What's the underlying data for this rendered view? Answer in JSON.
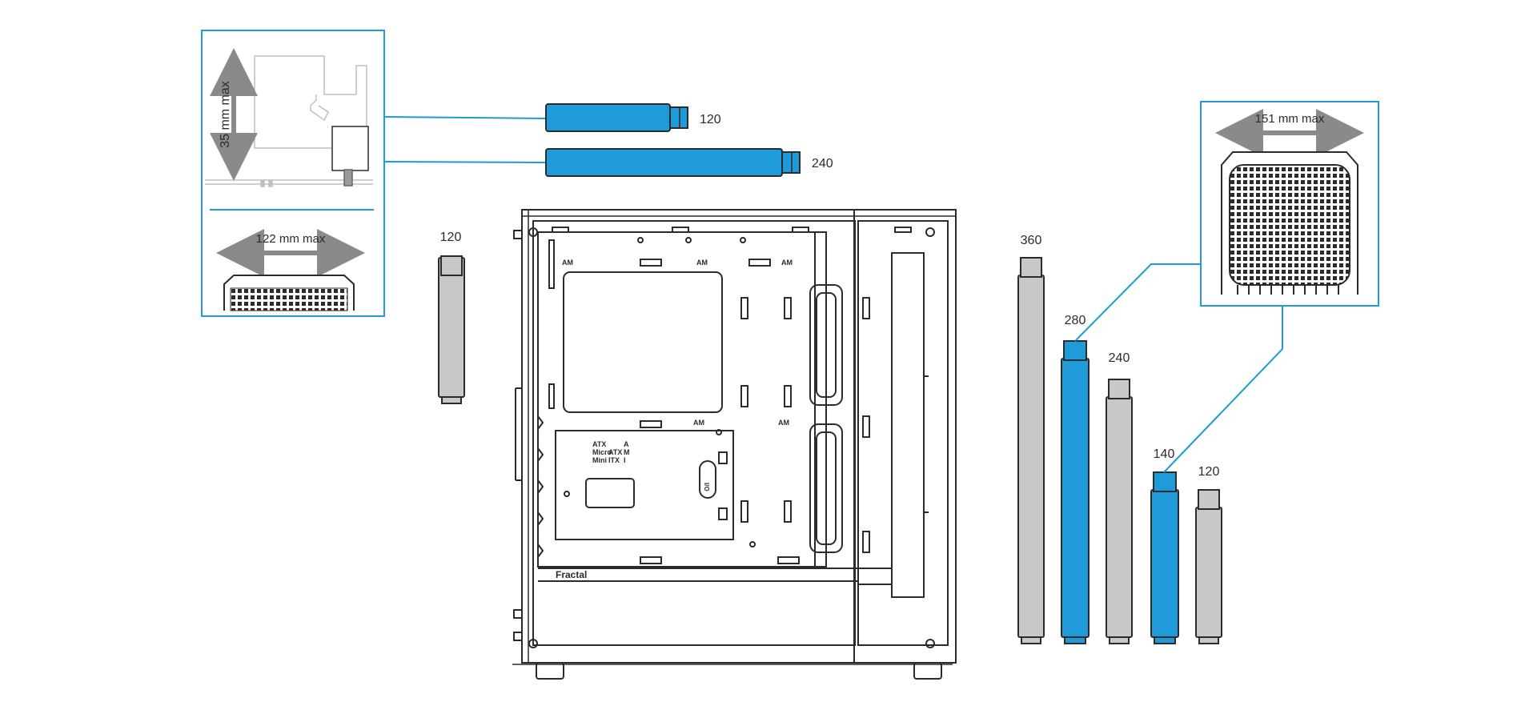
{
  "colors": {
    "accent": "#1e9bd8",
    "radiator_gray": "#c8c8c8",
    "line": "#2b2b2b",
    "arrow": "#8a8a8a",
    "panel_border": "#1e9bd8"
  },
  "top_radiators": {
    "top_120": "120",
    "top_240": "240"
  },
  "side_radiators": {
    "rear_120": "120",
    "front_360": "360",
    "front_280": "280",
    "front_240": "240",
    "front_140": "140",
    "front_120": "120"
  },
  "left_inset": {
    "height_label": "35 mm max",
    "width_label": "122 mm max"
  },
  "right_inset": {
    "width_label": "151 mm max"
  },
  "case": {
    "brand": "Fractal",
    "mb_labels": [
      "ATX",
      "Micro",
      "Mini",
      "ATX",
      "ITX",
      "A",
      "M",
      "I"
    ],
    "standoff_labels": [
      "AM",
      "AM",
      "AM",
      "AM",
      "AM"
    ],
    "grommet_label": "I/O"
  }
}
